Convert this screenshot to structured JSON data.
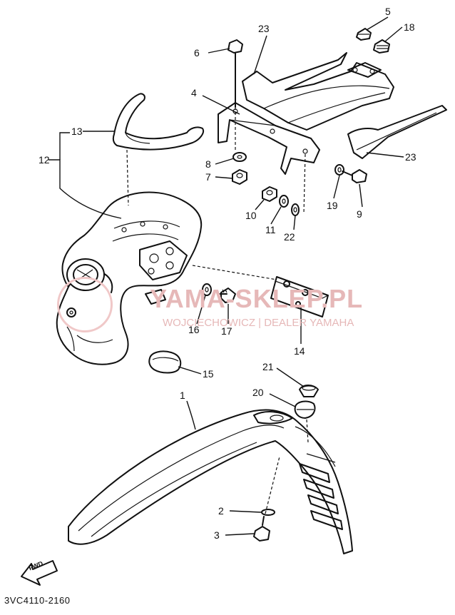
{
  "diagram": {
    "part_code": "3VC4110-2160",
    "direction_marker": "FWD",
    "callouts": [
      {
        "id": "c1",
        "text": "1"
      },
      {
        "id": "c2",
        "text": "2"
      },
      {
        "id": "c3",
        "text": "3"
      },
      {
        "id": "c4",
        "text": "4"
      },
      {
        "id": "c5",
        "text": "5"
      },
      {
        "id": "c6",
        "text": "6"
      },
      {
        "id": "c7",
        "text": "7"
      },
      {
        "id": "c8",
        "text": "8"
      },
      {
        "id": "c9",
        "text": "9"
      },
      {
        "id": "c10",
        "text": "10"
      },
      {
        "id": "c11",
        "text": "11"
      },
      {
        "id": "c12",
        "text": "12"
      },
      {
        "id": "c13",
        "text": "13"
      },
      {
        "id": "c14",
        "text": "14"
      },
      {
        "id": "c15",
        "text": "15"
      },
      {
        "id": "c16",
        "text": "16"
      },
      {
        "id": "c17",
        "text": "17"
      },
      {
        "id": "c18",
        "text": "18"
      },
      {
        "id": "c19",
        "text": "19"
      },
      {
        "id": "c20",
        "text": "20"
      },
      {
        "id": "c21",
        "text": "21"
      },
      {
        "id": "c22",
        "text": "22"
      },
      {
        "id": "c23a",
        "text": "23"
      },
      {
        "id": "c23b",
        "text": "23"
      }
    ]
  },
  "watermark": {
    "main": "YAMA-SKLEP.PL",
    "sub": "WOJCIECHOWICZ | DEALER YAMAHA",
    "color": "#e6b8b8"
  }
}
